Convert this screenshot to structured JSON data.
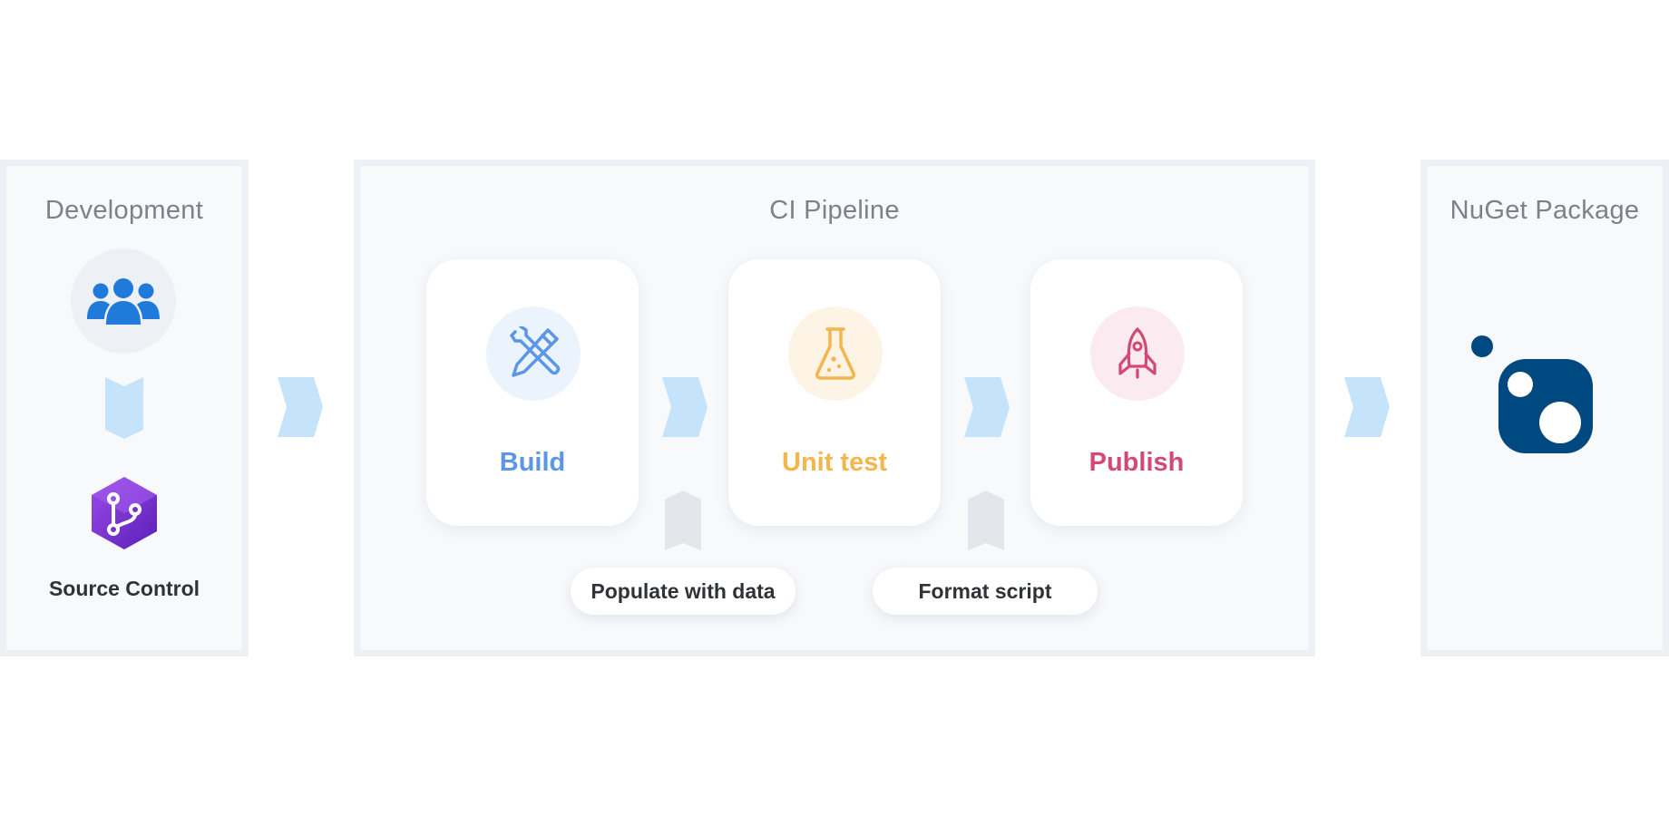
{
  "panels": {
    "development": {
      "title": "Development",
      "item_label": "Source Control"
    },
    "ci": {
      "title": "CI Pipeline"
    },
    "nuget": {
      "title": "NuGet Package"
    }
  },
  "steps": [
    {
      "label": "Build",
      "icon": "wrench-pencil-icon",
      "color": "#5b96e8",
      "bg": "#ebf3fd"
    },
    {
      "label": "Unit test",
      "icon": "flask-icon",
      "color": "#f4b54a",
      "bg": "#fdf4e6"
    },
    {
      "label": "Publish",
      "icon": "rocket-icon",
      "color": "#d24a73",
      "bg": "#fbebf0"
    }
  ],
  "tools": [
    {
      "label": "Populate with data"
    },
    {
      "label": "Format script"
    }
  ],
  "icons": {
    "team": "users-icon",
    "source_control": "source-control-icon",
    "nuget": "nuget-logo"
  },
  "colors": {
    "arrow": "#c5e4fb",
    "tool_connector": "#e3e7eb",
    "nuget_blue": "#004880",
    "team_blue": "#1f7ad9",
    "source_control_purple": "#7b2fd3"
  }
}
